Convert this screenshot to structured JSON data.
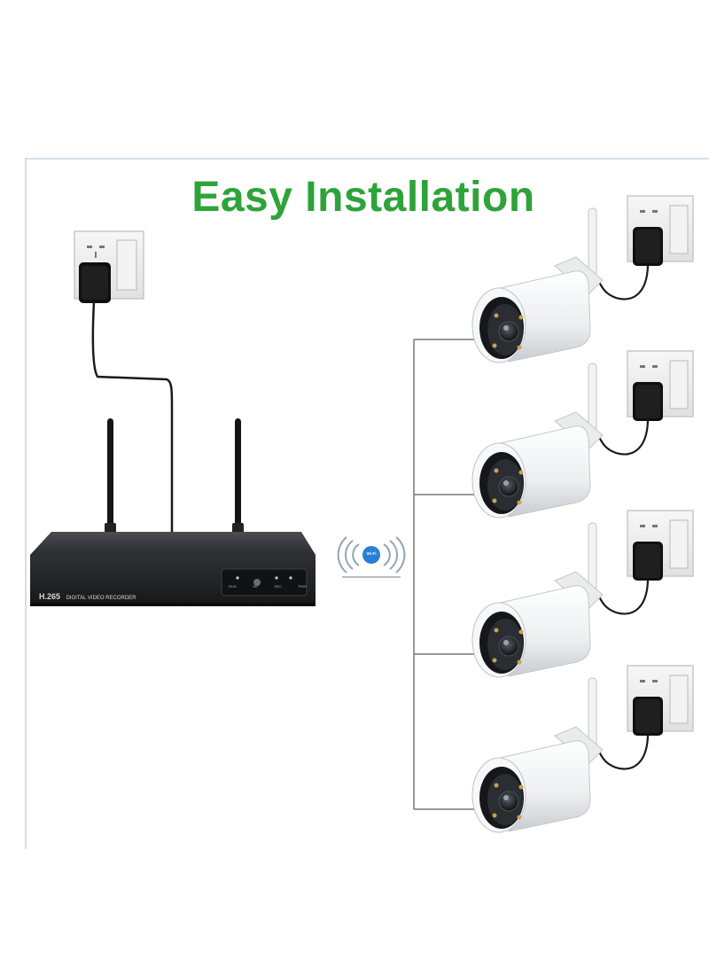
{
  "title": "Easy Installation",
  "nvr": {
    "brand_text": "H.265",
    "model_text": "DIGITAL VIDEO RECORDER",
    "led_labels": [
      "RUN",
      "HD",
      "REC",
      "PWR"
    ]
  },
  "wifi_badge": "Wi-Fi",
  "colors": {
    "title": "#2ea33a",
    "nvr_body": "#2b2d30",
    "camera_body": "#f4f5f6",
    "cable": "#1a1a1a",
    "branch_line": "#777777"
  },
  "cameras": [
    {
      "name": "camera-1"
    },
    {
      "name": "camera-2"
    },
    {
      "name": "camera-3"
    },
    {
      "name": "camera-4"
    }
  ]
}
